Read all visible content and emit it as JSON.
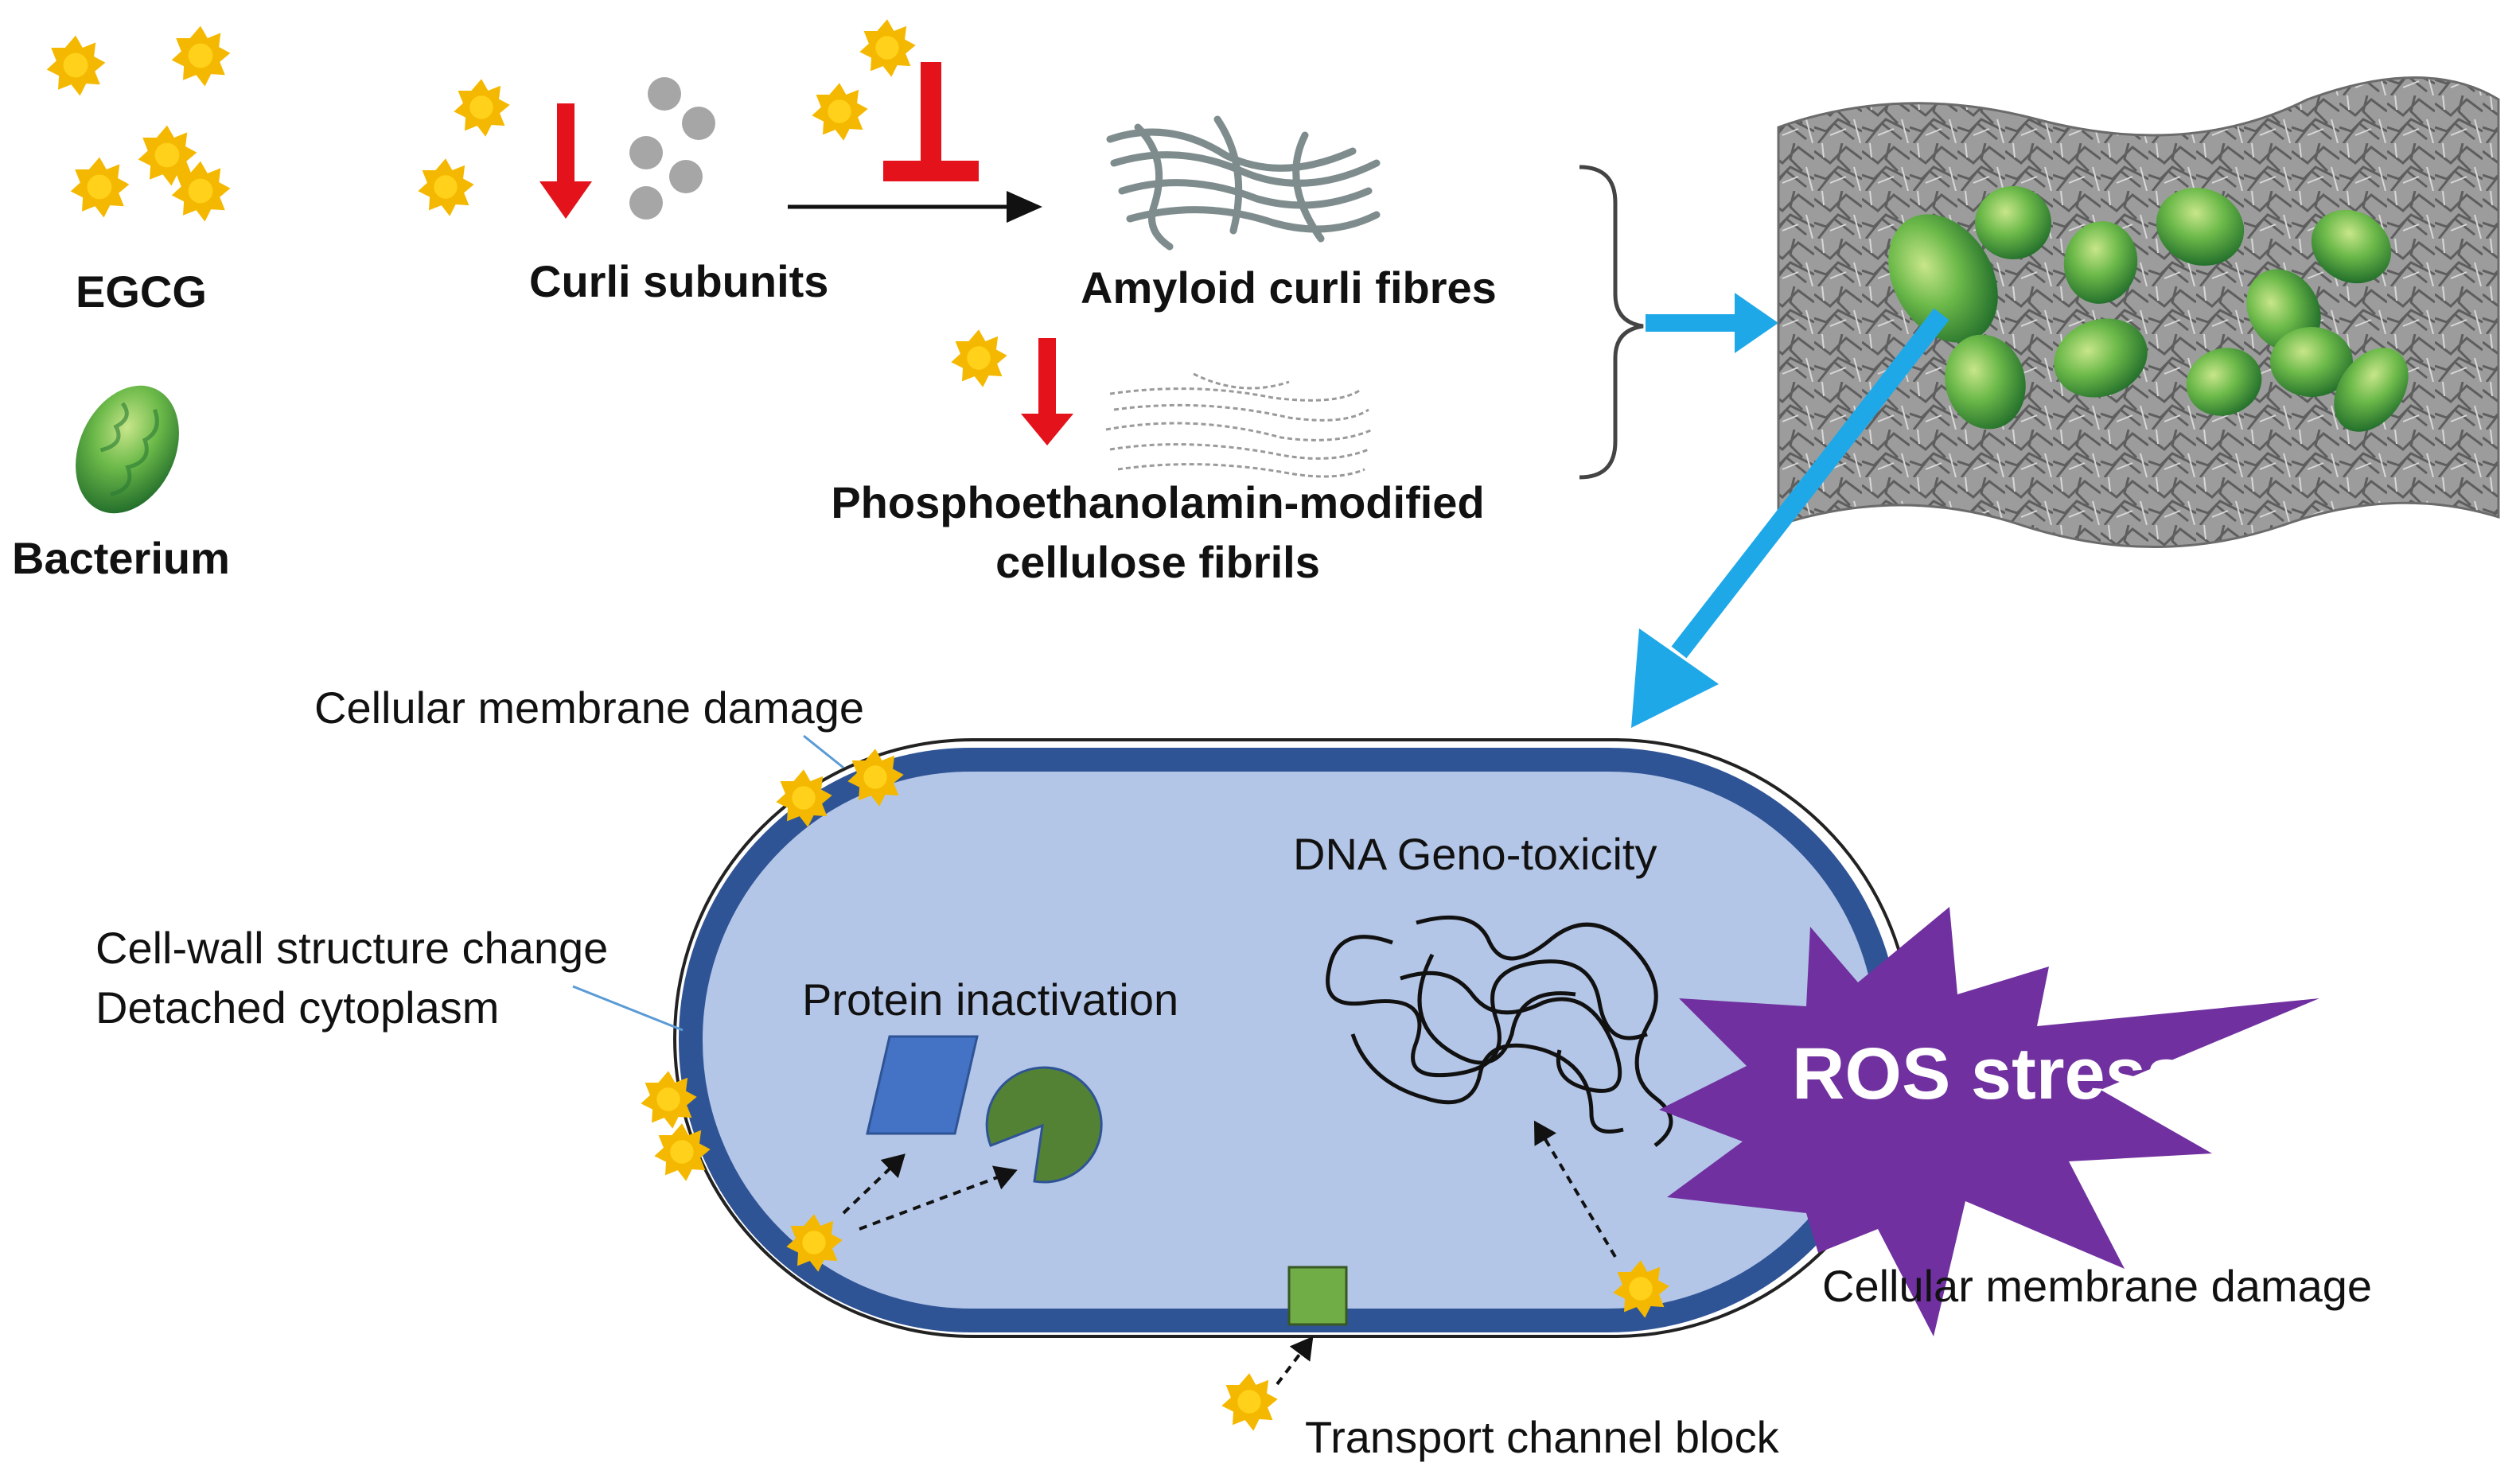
{
  "colors": {
    "egcg": "#F5B800",
    "egcg_center": "#FFD11A",
    "inhibit": "#E3121B",
    "flow_arrow": "#1FA8E8",
    "cell_fill": "#B4C6E7",
    "cell_membrane": "#2F5496",
    "ros_star": "#7030A0",
    "protein_blue": "#4472C4",
    "protein_green": "#548235",
    "channel_green": "#70AD47",
    "subunit_gray": "#A6A6A6",
    "fibre_gray": "#7F8C8D"
  },
  "legend": {
    "egcg_label": "EGCG",
    "bacterium_label": "Bacterium"
  },
  "pathway": {
    "curli_subunits": "Curli subunits",
    "amyloid_fibres": "Amyloid curli fibres",
    "pea_cellulose_line1": "Phosphoethanolamin-modified",
    "pea_cellulose_line2": "cellulose fibrils"
  },
  "cell": {
    "membrane_damage_top": "Cellular membrane damage",
    "cell_wall_change": "Cell-wall structure change",
    "detached_cytoplasm": "Detached cytoplasm",
    "protein_inactivation": "Protein inactivation",
    "dna_genotoxicity": "DNA Geno-toxicity",
    "ros_stress": "ROS stress",
    "membrane_damage_right": "Cellular membrane damage",
    "transport_block": "Transport channel block"
  }
}
